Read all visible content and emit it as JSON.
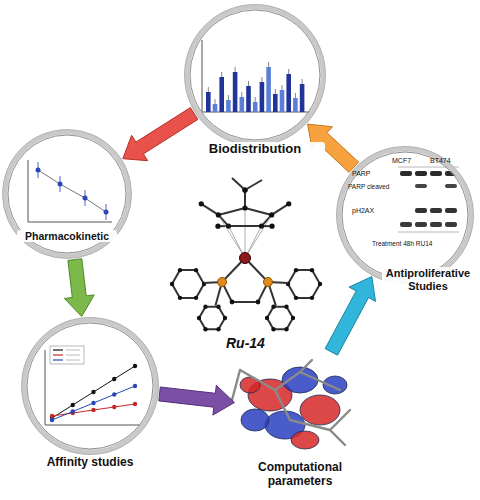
{
  "diagram": {
    "nodes": [
      {
        "text": [
          "Biodistribution"
        ]
      },
      {
        "text": [
          "Pharmacokinetic"
        ]
      },
      {
        "text": [
          "Affinity studies"
        ]
      },
      {
        "text": [
          "Computational parameters"
        ]
      },
      {
        "text": [
          "Antiproliferative Studies"
        ]
      }
    ],
    "edges": [
      {
        "from": 0,
        "to": 1,
        "arrow": "to"
      },
      {
        "from": 1,
        "to": 2,
        "arrow": "to"
      },
      {
        "from": 2,
        "to": 3,
        "arrow": "to"
      },
      {
        "from": 3,
        "to": 4,
        "arrow": "to"
      },
      {
        "from": 4,
        "to": 0,
        "arrow": "to"
      }
    ],
    "labels": [
      "Ru-14",
      "MCF7",
      "BT474",
      "PARP",
      "PARP cleaved",
      "pH2AX",
      "Treatment 48h RU14"
    ]
  }
}
